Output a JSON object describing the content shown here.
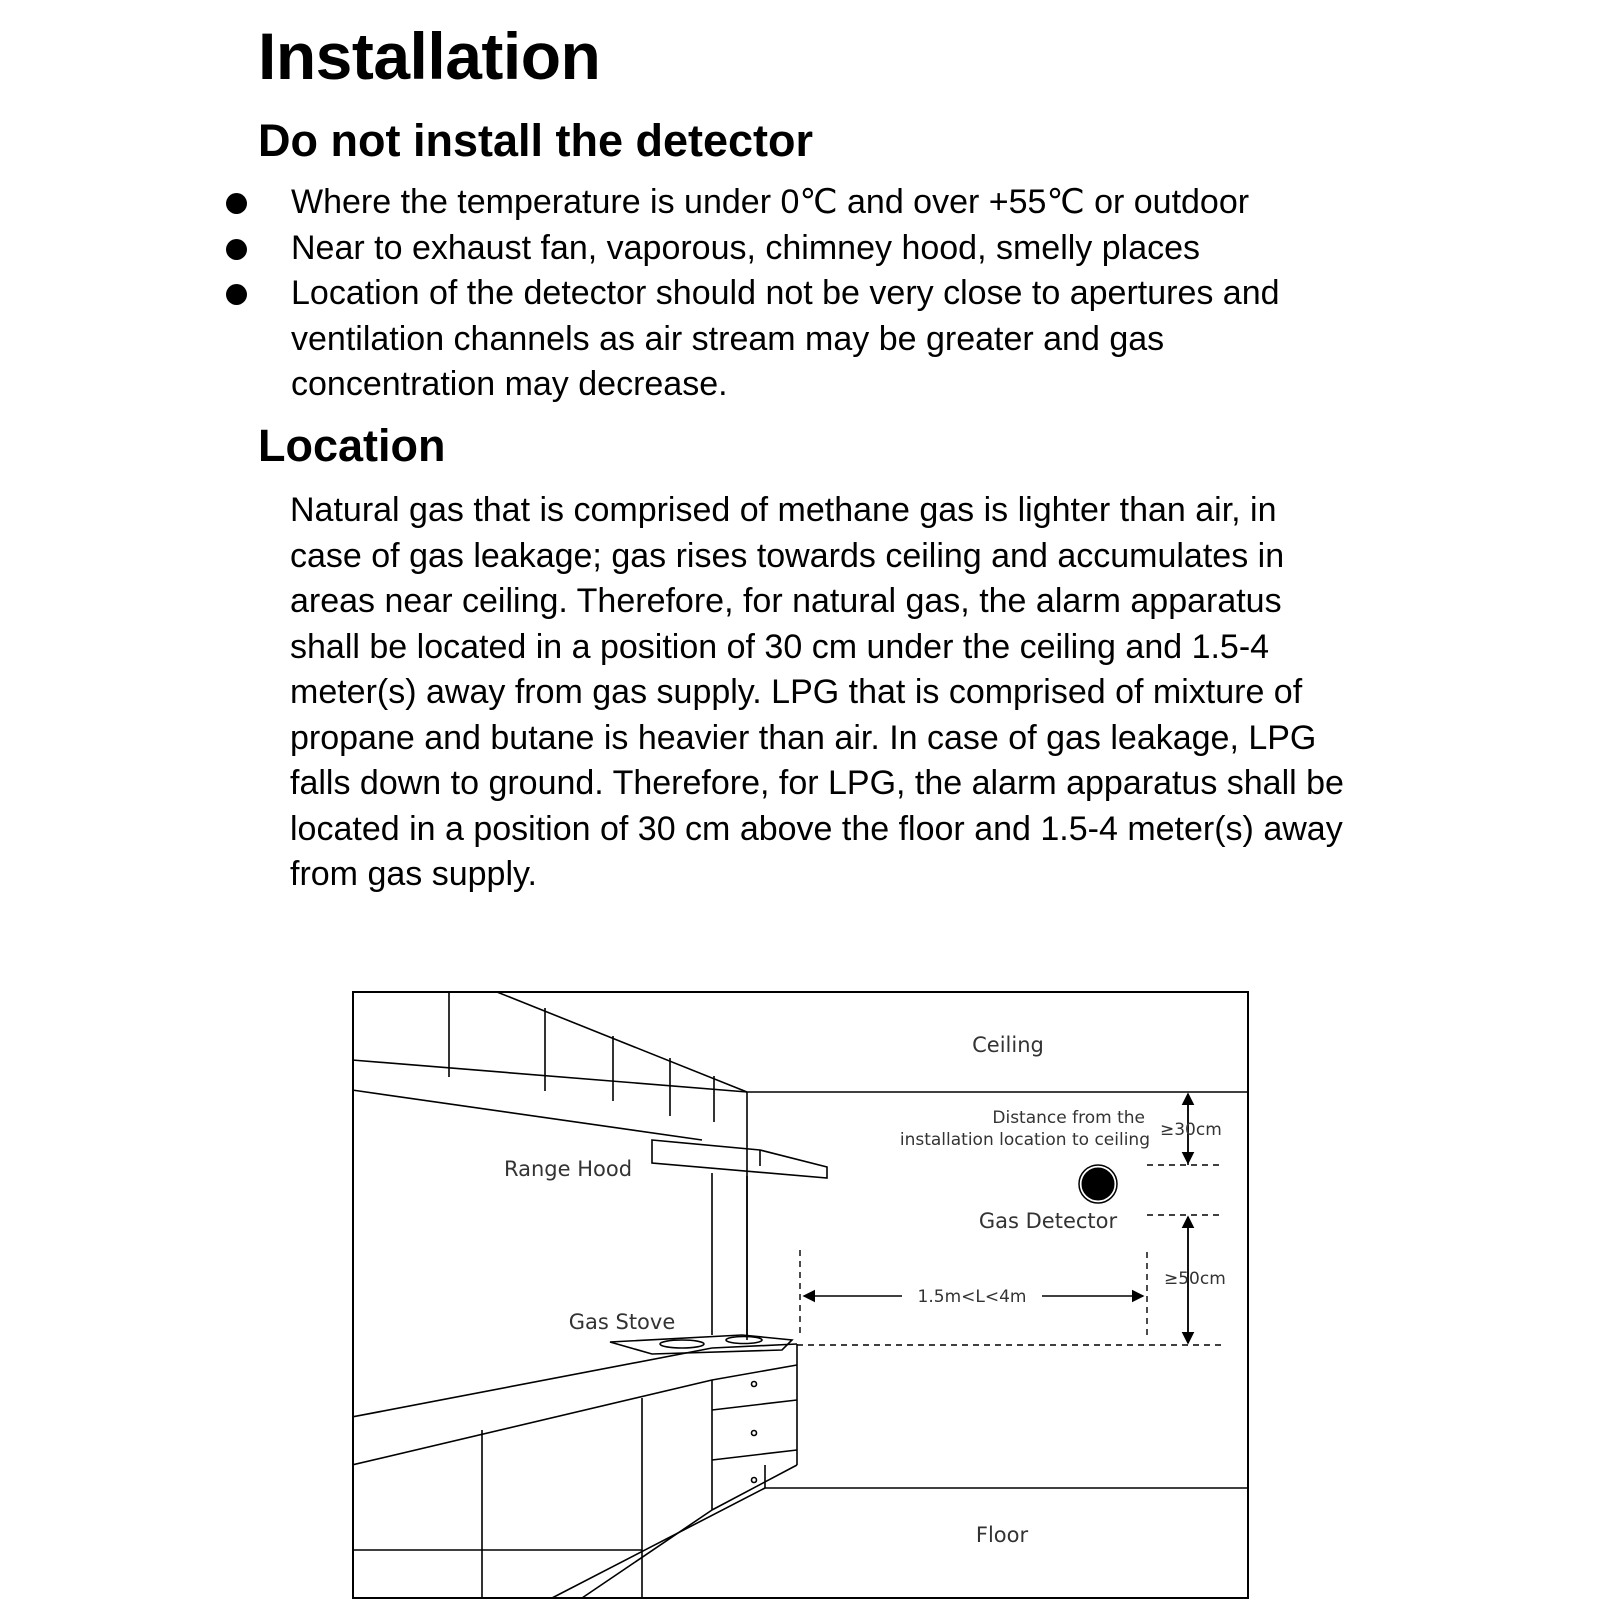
{
  "title": "Installation",
  "sections": {
    "do_not_install": {
      "heading": "Do not install the detector",
      "bullets": [
        "Where the temperature is under 0℃ and over +55℃ or outdoor",
        "Near to exhaust fan, vaporous, chimney hood, smelly places",
        "Location of the detector should not be very close to apertures and ventilation channels as air stream may be greater and gas concentration may decrease."
      ]
    },
    "location": {
      "heading": "Location",
      "paragraph": "Natural gas that is comprised of methane gas is lighter than air, in case of gas leakage; gas rises towards ceiling and accumulates in areas near ceiling. Therefore, for natural gas, the alarm apparatus shall be located in a position of 30 cm under the ceiling and 1.5-4 meter(s) away from gas supply. LPG that is comprised of mixture of propane and butane is heavier than air. In case of gas leakage, LPG falls down to ground. Therefore, for LPG, the alarm apparatus shall be located in a position of 30 cm above the floor and 1.5-4 meter(s) away from gas supply."
    }
  },
  "diagram": {
    "ceiling": "Ceiling",
    "floor": "Floor",
    "range_hood": "Range Hood",
    "gas_stove": "Gas Stove",
    "gas_detector": "Gas Detector",
    "distance_note_line1": "Distance from the",
    "distance_note_line2": "installation location to ceiling",
    "ceiling_distance": "≥30cm",
    "height_distance": "≥50cm",
    "horizontal_distance": "1.5m<L<4m"
  }
}
